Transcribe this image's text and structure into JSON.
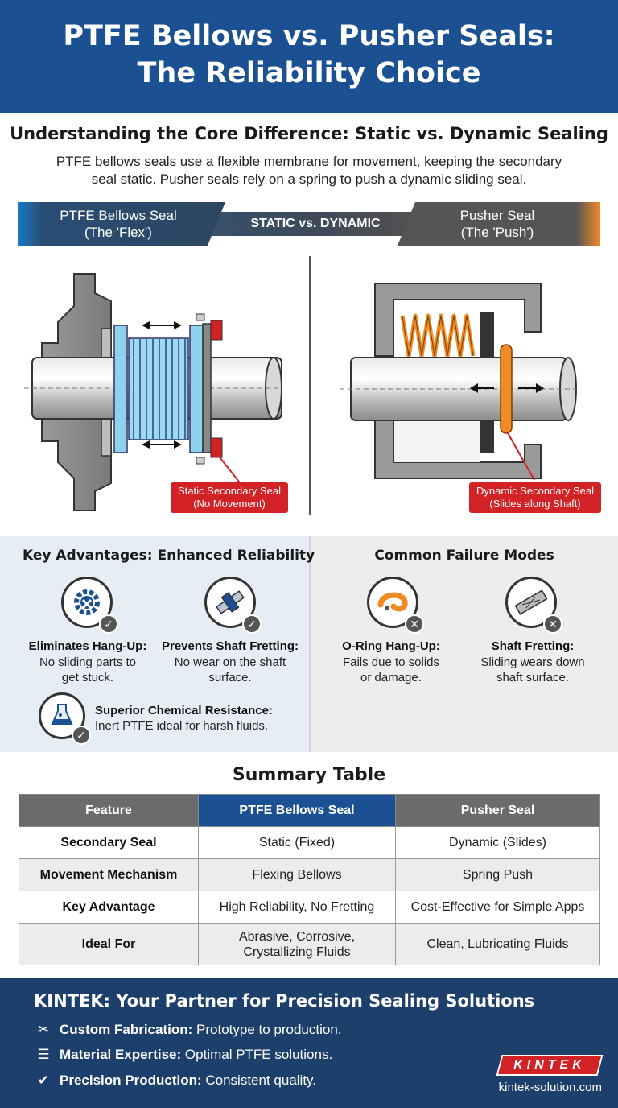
{
  "header": {
    "title_line1": "PTFE Bellows vs. Pusher Seals:",
    "title_line2": "The Reliability Choice"
  },
  "core": {
    "title": "Understanding the Core Difference: Static vs. Dynamic Sealing",
    "desc_line1": "PTFE bellows seals use a flexible membrane for movement, keeping the secondary",
    "desc_line2": "seal static. Pusher seals rely on a spring to push a dynamic sliding seal."
  },
  "banner": {
    "left_line1": "PTFE Bellows Seal",
    "left_line2": "(The 'Flex')",
    "center": "STATIC vs. DYNAMIC",
    "right_line1": "Pusher Seal",
    "right_line2": "(The 'Push')",
    "left_color": "#1b78c2",
    "right_color": "#f08a24",
    "mid_color": "#3d4a5a"
  },
  "diagram": {
    "left_callout_line1": "Static Secondary Seal",
    "left_callout_line2": "(No Movement)",
    "right_callout_line1": "Dynamic Secondary Seal",
    "right_callout_line2": "(Slides along Shaft)",
    "bellows_color": "#8fd2ee",
    "spring_color": "#f08a24",
    "seal_red": "#d32226"
  },
  "advantages": {
    "title": "Key Advantages: Enhanced Reliability",
    "items": [
      {
        "icon": "gear-check-icon",
        "title": "Eliminates Hang-Up:",
        "line1": "No sliding parts to",
        "line2": "get stuck."
      },
      {
        "icon": "shaft-check-icon",
        "title": "Prevents Shaft Fretting:",
        "line1": "No wear on the shaft",
        "line2": "surface."
      },
      {
        "icon": "flask-check-icon",
        "title": "Superior Chemical Resistance:",
        "line1": "Inert PTFE ideal for harsh fluids."
      }
    ]
  },
  "failures": {
    "title": "Common Failure Modes",
    "items": [
      {
        "icon": "oring-x-icon",
        "title": "O-Ring Hang-Up:",
        "line1": "Fails due to solids",
        "line2": "or damage."
      },
      {
        "icon": "shaft-x-icon",
        "title": "Shaft Fretting:",
        "line1": "Sliding wears down",
        "line2": "shaft surface."
      }
    ]
  },
  "summary": {
    "title": "Summary Table",
    "headers": [
      "Feature",
      "PTFE Bellows Seal",
      "Pusher Seal"
    ],
    "rows": [
      [
        "Secondary Seal",
        "Static (Fixed)",
        "Dynamic (Slides)"
      ],
      [
        "Movement Mechanism",
        "Flexing Bellows",
        "Spring Push"
      ],
      [
        "Key Advantage",
        "High Reliability, No Fretting",
        "Cost-Effective for Simple Apps"
      ],
      [
        "Ideal For",
        "Abrasive, Corrosive,",
        "Clean, Lubricating Fluids"
      ]
    ],
    "ideal_for_line2": "Crystallizing Fluids"
  },
  "footer": {
    "title": "KINTEK: Your Partner for Precision Sealing Solutions",
    "items": [
      {
        "icon": "tools-icon",
        "bold": "Custom Fabrication:",
        "text": " Prototype to production."
      },
      {
        "icon": "layers-icon",
        "bold": "Material Expertise:",
        "text": " Optimal PTFE solutions."
      },
      {
        "icon": "badge-check-icon",
        "bold": "Precision Production:",
        "text": " Consistent quality."
      }
    ],
    "brand": "KINTEK",
    "url": "kintek-solution.com"
  }
}
